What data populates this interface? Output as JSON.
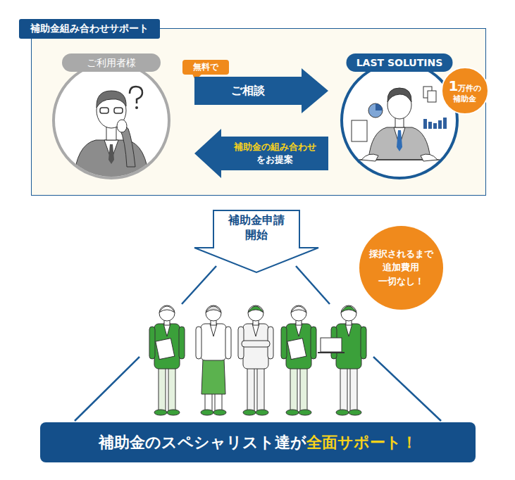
{
  "diagram": {
    "nodes": [
      {
        "text": [
          "補助金組み合わせサポート"
        ]
      },
      {
        "text": [
          "ご利用者様"
        ],
        "in": 0
      },
      {
        "text": [
          "LAST SOLUTINS"
        ],
        "in": 0
      },
      {
        "text": [
          "1万件の 補助金"
        ],
        "in": 2
      },
      {
        "text": [
          "無料で"
        ],
        "in": 0
      },
      {
        "text": [
          "補助金申請 開始"
        ]
      },
      {
        "text": [
          "採択されるまで 追加費用 一切なし！"
        ]
      },
      {
        "text": [
          "補助金のスペシャリスト達が",
          "全面サポート！"
        ]
      }
    ],
    "edges": [
      {
        "from": 1,
        "to": 2,
        "arrow": "to",
        "label": "ご相談"
      },
      {
        "from": 2,
        "to": 1,
        "arrow": "to",
        "label": "補助金の組み合わせ をお提案"
      }
    ]
  }
}
